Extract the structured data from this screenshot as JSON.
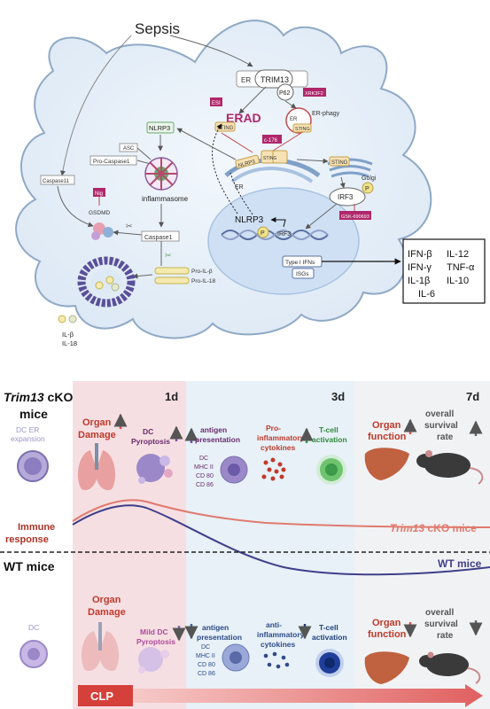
{
  "top": {
    "sepsis": "Sepsis",
    "er": "ER",
    "trim13": "TRIM13",
    "p62": "P62",
    "krk": "XRK3F2",
    "esi": "ESI",
    "erad": "ERAD",
    "sting": "STING",
    "er_phagy": "ER-phagy",
    "er_small": "ER",
    "c176": "c-176",
    "nlrp3": "NLRP3",
    "asc": "ASC",
    "procasp1": "Pro-Caspase1",
    "inflammasome": "inflammasome",
    "caspase11": "Caspase11",
    "nig": "Nig",
    "gsdmd": "GSDMD",
    "caspase1": "Caspase1",
    "pro_il1b": "Pro-IL-β",
    "pro_il18": "Pro-IL-18",
    "il1b": "IL-β",
    "il18": "IL-18",
    "golgi": "Golgi",
    "irf3": "IRF3",
    "p": "P",
    "gsk": "GSK-690693",
    "nlrp3_nuc": "NLRP3",
    "type1": "Type I IFNs",
    "isgs": "ISGs",
    "cyto": [
      "IFN-β",
      "IL-12",
      "IFN-γ",
      "TNF-α",
      "IL-1β",
      "IL-10",
      "IL-6"
    ]
  },
  "bottom": {
    "cko_label_italic": "Trim13",
    "cko_label_rest": " cKO",
    "cko_label_line2": "mice",
    "d1": "1d",
    "d3": "3d",
    "d7": "7d",
    "organ_damage_1": "Organ",
    "organ_damage_2": "Damage",
    "dc_er_1": "DC ER",
    "dc_er_2": "expansion",
    "dc_pyro_1": "DC",
    "dc_pyro_2": "Pyroptosis",
    "antigen_1": "antigen",
    "antigen_2": "presentation",
    "dc_markers": [
      "DC",
      "MHC II",
      "CD 80",
      "CD 86"
    ],
    "pro_inf": [
      "Pro-",
      "inflammatory",
      "cytokines"
    ],
    "tcell_1": "T-cell",
    "tcell_2": "activation",
    "organ_func_1": "Organ",
    "organ_func_2": "function",
    "overall": [
      "overall",
      "survival",
      "rate"
    ],
    "immune_1": "Immune",
    "immune_2": "response",
    "cko_curve_italic": "Trim13",
    "cko_curve_rest": " cKO mice",
    "wt_curve": "WT mice",
    "wt_label": "WT mice",
    "dc": "DC",
    "mild_1": "Mild DC",
    "mild_2": "Pyroptosis",
    "anti_inf": [
      "anti-",
      "inflammatory",
      "cytokines"
    ],
    "clp": "CLP"
  },
  "colors": {
    "cell": "#e8f0f8",
    "nucleus": "#cfe0f4",
    "band_red": "#f6dfe2",
    "band_blue": "#e7f1f7",
    "band_grey": "#f1f2f4",
    "cko_curve": "#e07a6e",
    "wt_curve": "#3f3f8a",
    "red_arrow": "#d9534f",
    "magenta": "#b0276b",
    "clp": "#d6403a"
  }
}
